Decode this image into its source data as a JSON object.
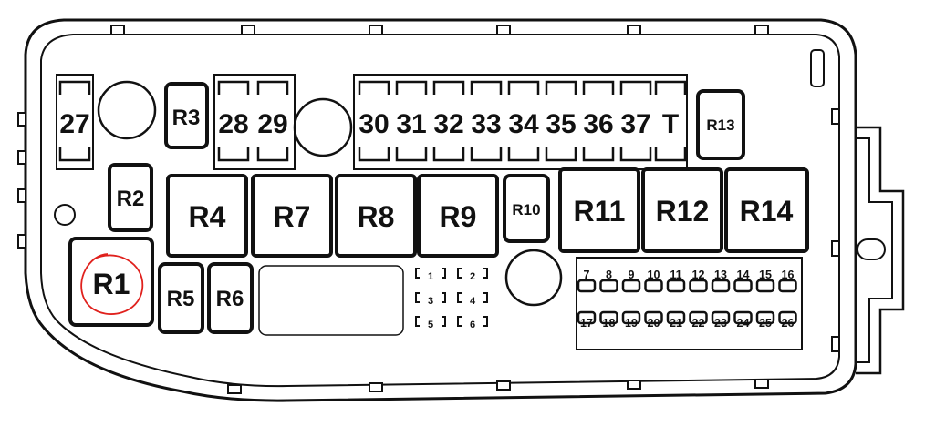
{
  "diagram": {
    "colors": {
      "stroke": "#111111",
      "background": "#ffffff",
      "highlight": "#e0211d"
    },
    "highlighted": "R1",
    "relays": {
      "R1": "R1",
      "R2": "R2",
      "R3": "R3",
      "R4": "R4",
      "R5": "R5",
      "R6": "R6",
      "R7": "R7",
      "R8": "R8",
      "R9": "R9",
      "R10": "R10",
      "R11": "R11",
      "R12": "R12",
      "R13": "R13",
      "R14": "R14"
    },
    "top_fuses": {
      "f27": "27",
      "f28": "28",
      "f29": "29",
      "f30": "30",
      "f31": "31",
      "f32": "32",
      "f33": "33",
      "f34": "34",
      "f35": "35",
      "f36": "36",
      "f37": "37",
      "fT": "T"
    },
    "small_fuses": {
      "f1": "1",
      "f2": "2",
      "f3": "3",
      "f4": "4",
      "f5": "5",
      "f6": "6"
    },
    "mini_row1": [
      "7",
      "8",
      "9",
      "10",
      "11",
      "12",
      "13",
      "14",
      "15",
      "16"
    ],
    "mini_row2": [
      "17",
      "18",
      "19",
      "20",
      "21",
      "22",
      "23",
      "24",
      "25",
      "26"
    ]
  }
}
